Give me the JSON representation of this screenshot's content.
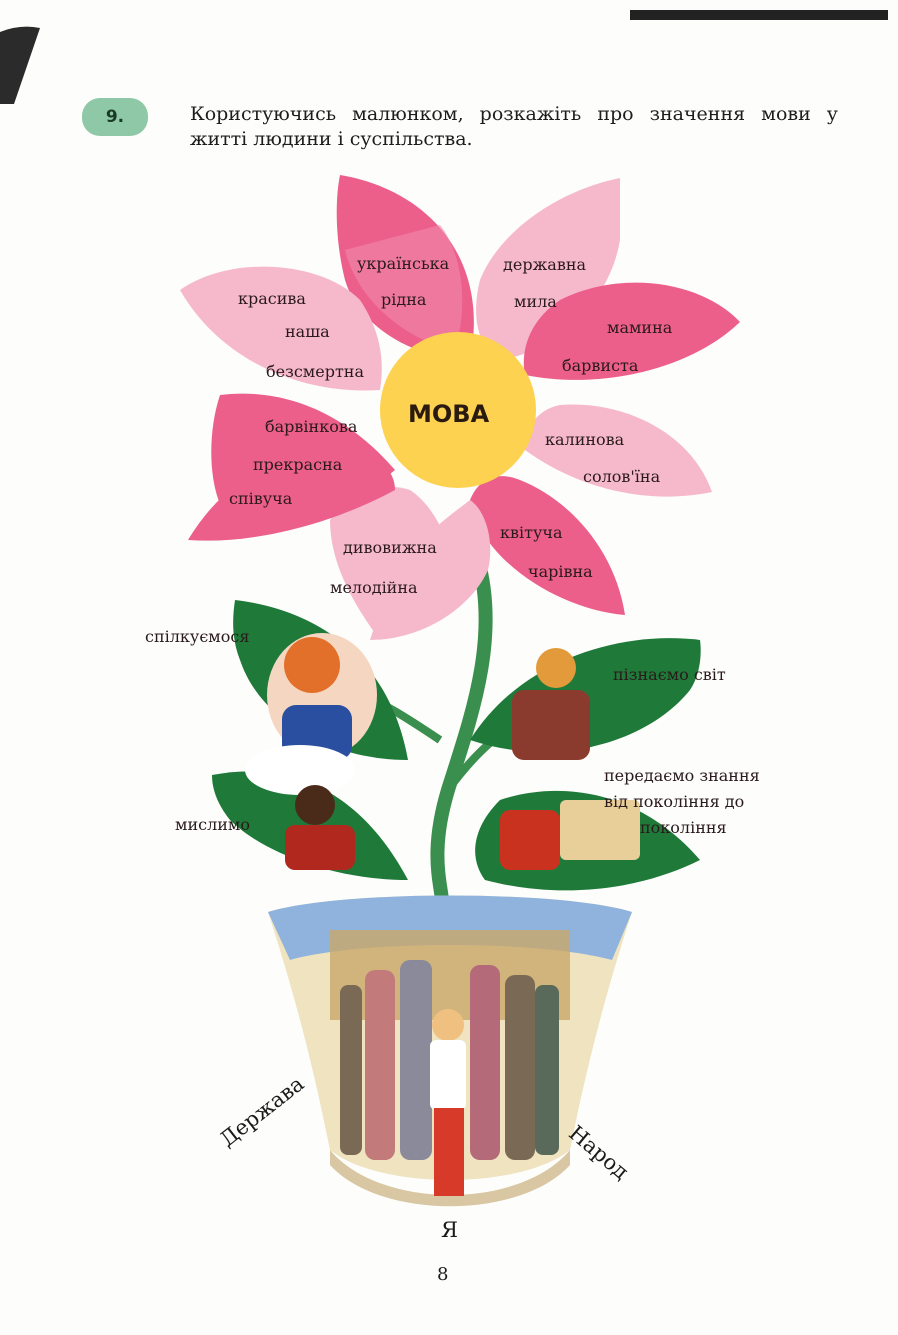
{
  "task": {
    "number": "9.",
    "text": "Користуючись малюнком, розкажіть про значення мови у житті людини і суспільства."
  },
  "flower": {
    "center": "МОВА",
    "words": [
      "красива",
      "наша",
      "безсмертна",
      "українська",
      "рідна",
      "державна",
      "мила",
      "мамина",
      "барвиста",
      "барвінкова",
      "прекрасна",
      "співуча",
      "калинова",
      "солов'їна",
      "дивовижна",
      "мелодійна",
      "квітуча",
      "чарівна"
    ]
  },
  "leaves": {
    "communicate": "спілкуємося",
    "learn_world": "пізнаємо світ",
    "think": "мислимо",
    "pass_knowledge": [
      "передаємо знання",
      "від покоління до",
      "покоління"
    ]
  },
  "pot": {
    "left": "Держава",
    "right": "Народ",
    "bottom": "Я"
  },
  "page_number": "8",
  "colors": {
    "petal_light": "#f6b9cc",
    "petal_dark": "#ec5f8b",
    "flower_center": "#fdd250",
    "leaf": "#1f7a3a",
    "stem": "#3b8f4e",
    "badge": "#8fc8a6",
    "pot_sky": "#8fb3dc"
  }
}
